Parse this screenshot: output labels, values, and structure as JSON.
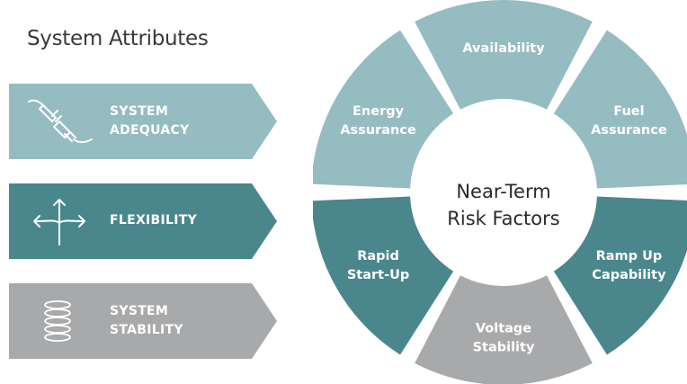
{
  "title": "System Attributes",
  "attributes": [
    {
      "line1": "SYSTEM",
      "line2": "ADEQUACY",
      "icon": "plug-icon",
      "color": "#95bcc1"
    },
    {
      "line1": "FLEXIBILITY",
      "line2": "",
      "icon": "arrows-split-icon",
      "color": "#4a878d"
    },
    {
      "line1": "SYSTEM",
      "line2": "STABILITY",
      "icon": "coil-spring-icon",
      "color": "#a8a9ab"
    }
  ],
  "wheel": {
    "center": {
      "line1": "Near-Term",
      "line2": "Risk Factors"
    },
    "segments": [
      {
        "line1": "Availability",
        "line2": "",
        "color": "#95bcc1"
      },
      {
        "line1": "Fuel",
        "line2": "Assurance",
        "color": "#95bcc1"
      },
      {
        "line1": "Ramp Up",
        "line2": "Capability",
        "color": "#4a878d"
      },
      {
        "line1": "Voltage",
        "line2": "Stability",
        "color": "#a8a9ab"
      },
      {
        "line1": "Rapid",
        "line2": "Start-Up",
        "color": "#4a878d"
      },
      {
        "line1": "Energy",
        "line2": "Assurance",
        "color": "#95bcc1"
      }
    ]
  }
}
